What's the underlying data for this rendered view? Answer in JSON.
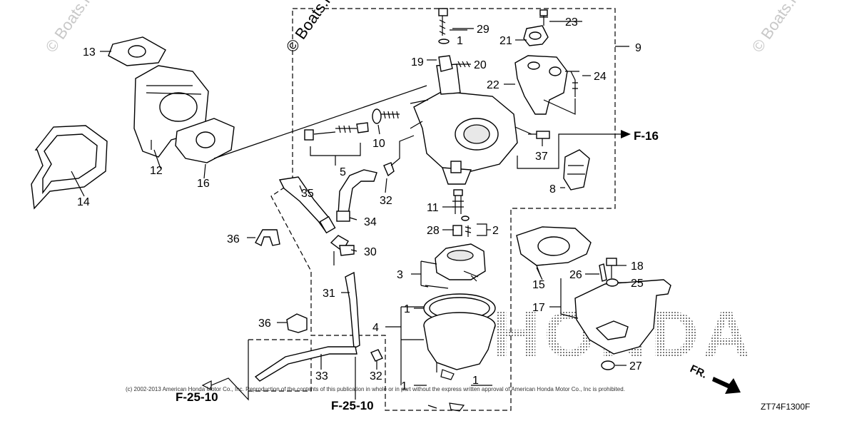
{
  "watermarks": {
    "main": "© Boats.net",
    "corner_left": "© Boats.net",
    "corner_right": "© Boats.net"
  },
  "brand": "HONDA",
  "callouts": {
    "c1a": "1",
    "c1b": "1",
    "c1c": "1",
    "c1d": "1",
    "c2": "2",
    "c3": "3",
    "c4": "4",
    "c5": "5",
    "c8": "8",
    "c9": "9",
    "c10": "10",
    "c11": "11",
    "c12": "12",
    "c13": "13",
    "c14": "14",
    "c15": "15",
    "c16": "16",
    "c17": "17",
    "c18": "18",
    "c19": "19",
    "c20": "20",
    "c21": "21",
    "c22": "22",
    "c23": "23",
    "c24": "24",
    "c25": "25",
    "c26": "26",
    "c27": "27",
    "c28": "28",
    "c29": "29",
    "c30": "30",
    "c31": "31",
    "c32a": "32",
    "c32b": "32",
    "c33": "33",
    "c34": "34",
    "c35": "35",
    "c36a": "36",
    "c36b": "36",
    "c37": "37"
  },
  "references": {
    "f16": "F-16",
    "f2510_left": "F-25-10",
    "f2510_bottom": "F-25-10"
  },
  "direction_label": "FR.",
  "copyright": "(c) 2002-2013 American Honda Motor Co., Inc. Reproduction of the contents of this publication in whole or in part without the express written approval of American Honda Motor Co., Inc is prohibited.",
  "diagram_code": "ZT74F1300F"
}
